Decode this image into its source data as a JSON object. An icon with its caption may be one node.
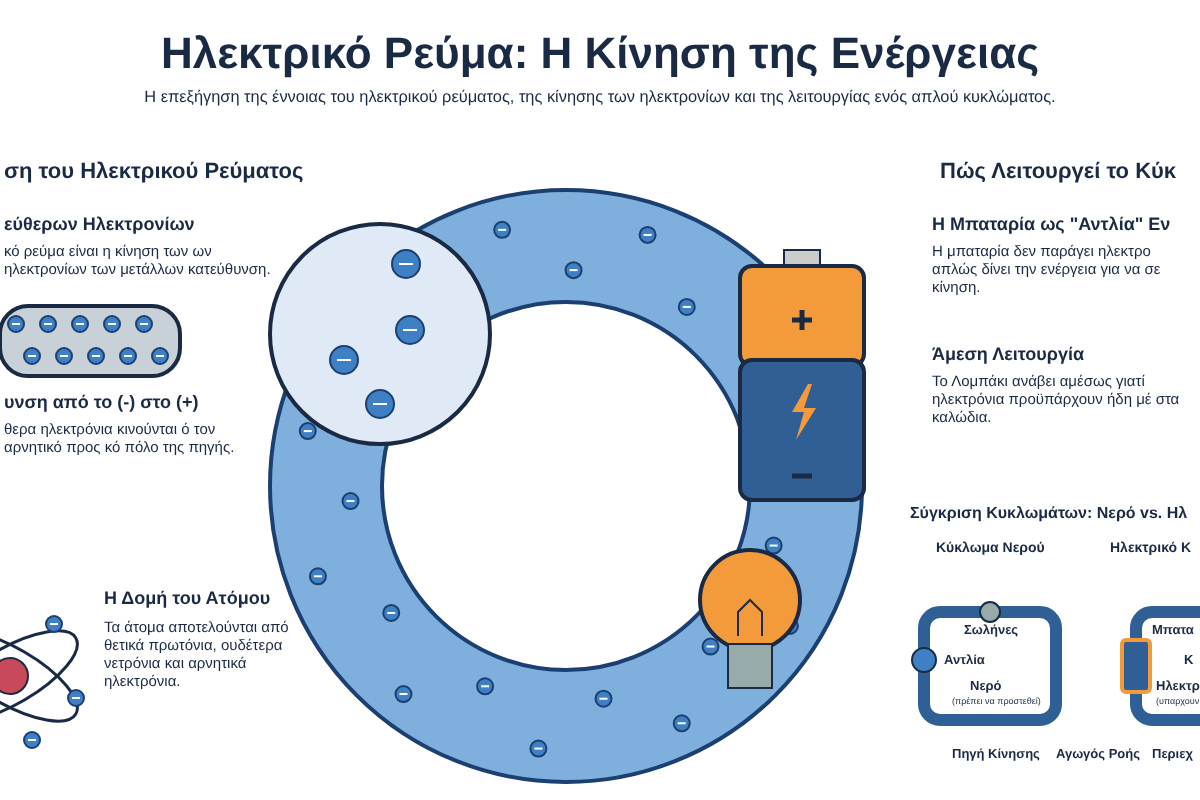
{
  "diagram": {
    "title": "Ηλεκτρικό Ρεύμα: Η Κίνηση της Ενέργειας",
    "labels": [
      "Η επεξήγηση της έννοιας του ηλεκτρικού ρεύματος, της κίνησης των ηλεκτρονίων και της λειτουργίας ενός απλού κυκλώματος.",
      "ση του Ηλεκτρικού Ρεύματος",
      "εύθερων Ηλεκτρονίων",
      "κό ρεύμα είναι η κίνηση των ων ηλεκτρονίων των μετάλλων κατεύθυνση.",
      "υνση από το (-) στο (+)",
      "θερα ηλεκτρόνια κινούνται ό τον αρνητικό προς κό πόλο της πηγής.",
      "Η Δομή του Ατόμου",
      "Τα άτομα αποτελούνται από θετικά πρωτόνια, ουδέτερα νετρόνια και αρνητικά ηλεκτρόνια.",
      "Πώς Λειτουργεί το Κύκ",
      "Η Μπαταρία ως \"Αντλία\" Εν",
      "Η μπαταρία δεν παράγει ηλεκτρο απλώς δίνει την ενέργεια για να σε κίνηση.",
      "Άμεση Λειτουργία",
      "Το Λομπάκι ανάβει αμέσως γιατί ηλεκτρόνια προϋπάρχουν ήδη μέ στα καλώδια.",
      "Σύγκριση Κυκλωμάτων: Νερό vs. Ηλ",
      "Κύκλωμα Νερού",
      "Ηλεκτρικό Κ",
      "Σωλήνες",
      "Μπατα",
      "Αντλία",
      "Κ",
      "Νερό",
      "(πρέπει να προστεθεί)",
      "Ηλεκτρ",
      "(υπαρχουν",
      "Πηγή Κίνησης",
      "Αγωγός Ροής",
      "Περιεχ"
    ]
  }
}
